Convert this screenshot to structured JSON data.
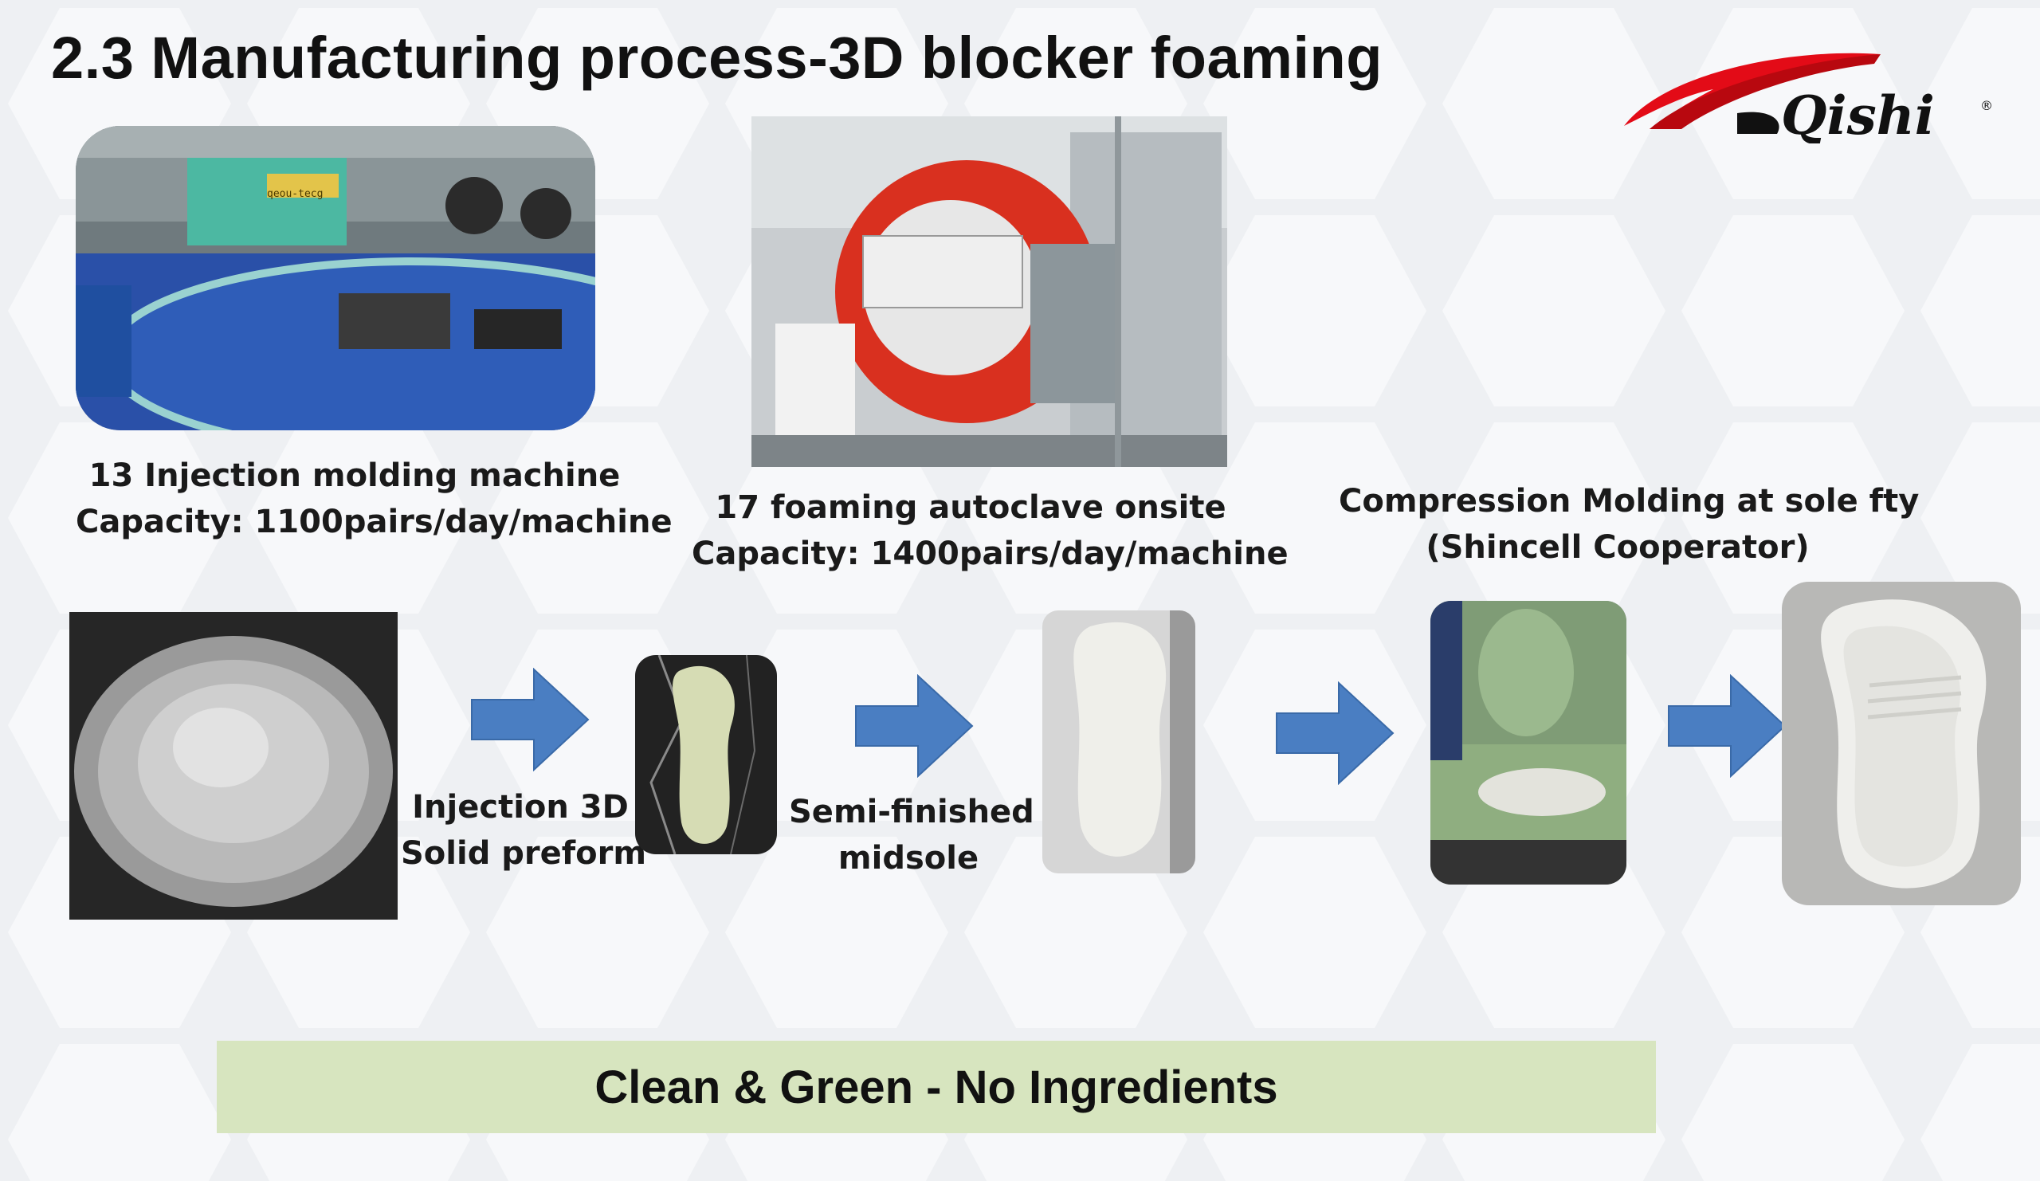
{
  "slide": {
    "title": "2.3 Manufacturing process-3D blocker foaming",
    "logo_text": "Qishi",
    "logo_mark": "®",
    "brand_color": "#e30b17"
  },
  "sections": {
    "injection": {
      "line1": "13 Injection molding machine",
      "line2": "Capacity: 1100pairs/day/machine",
      "machine_label": "qeou-tecg"
    },
    "autoclave": {
      "line1": "17 foaming autoclave onsite",
      "line2": "Capacity: 1400pairs/day/machine"
    },
    "compression": {
      "line1": "Compression Molding at sole fty",
      "line2": "(Shincell Cooperator)"
    }
  },
  "process": {
    "step1": {
      "line1": "Injection 3D",
      "line2": "Solid preform"
    },
    "step2": {
      "line1": "Semi-finished",
      "line2": "midsole"
    },
    "arrow_color": "#4a7ec2"
  },
  "banner": {
    "text": "Clean & Green - No Ingredients",
    "color": "#d7e5bf"
  }
}
